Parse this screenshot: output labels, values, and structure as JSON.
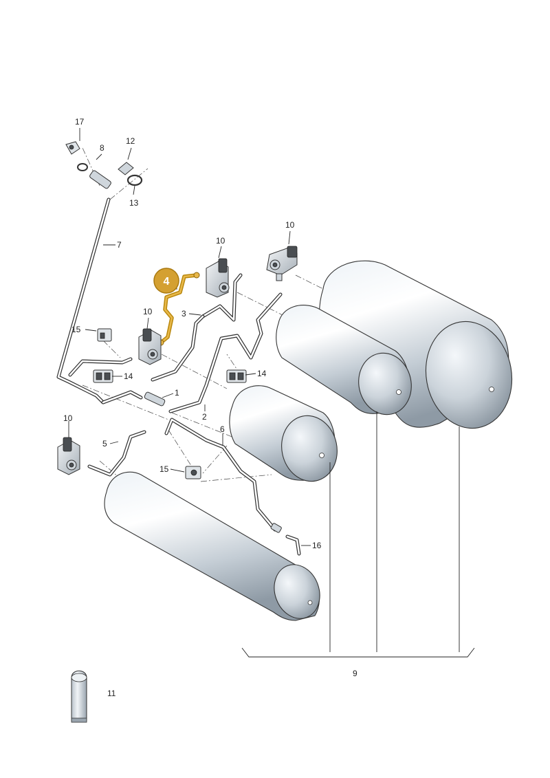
{
  "callouts": {
    "n1": "1",
    "n2": "2",
    "n3": "3",
    "n4": "4",
    "n5": "5",
    "n6": "6",
    "n7": "7",
    "n8": "8",
    "n9": "9",
    "n10": "10",
    "n11": "11",
    "n12": "12",
    "n13": "13",
    "n14": "14",
    "n15": "15",
    "n16": "16",
    "n17": "17"
  },
  "highlight": {
    "part": "4",
    "color": "#d4a031"
  }
}
